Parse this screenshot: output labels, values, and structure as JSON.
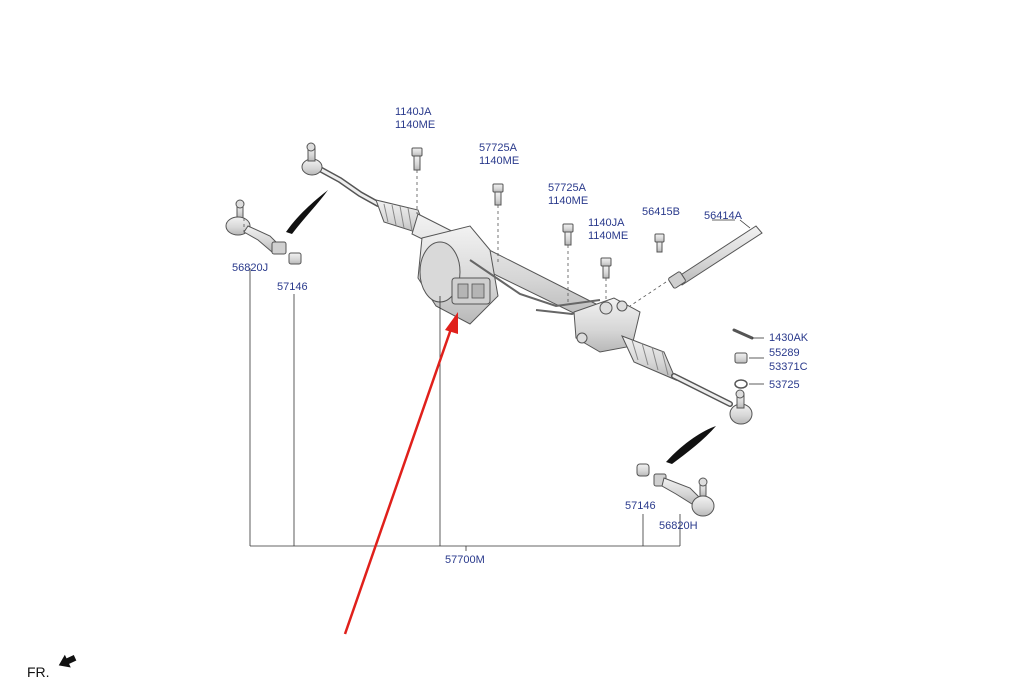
{
  "labels": {
    "p1140JA_a": "1140JA",
    "p1140ME_a": "1140ME",
    "p57725A_a": "57725A",
    "p1140ME_b": "1140ME",
    "p57725A_b": "57725A",
    "p1140ME_c": "1140ME",
    "p1140JA_d": "1140JA",
    "p1140ME_d": "1140ME",
    "p56415B": "56415B",
    "p56414A": "56414A",
    "p56820J": "56820J",
    "p57146_left": "57146",
    "p1430AK": "1430AK",
    "p55289": "55289",
    "p53371C": "53371C",
    "p53725": "53725",
    "p57146_right": "57146",
    "p56820H": "56820H",
    "p57700M": "57700M"
  },
  "front_indicator": "FR.",
  "colors": {
    "label_text": "#2a3a8c",
    "leader_line": "#333333",
    "dashed_leader": "#555555",
    "part_outline": "#555555",
    "part_fill": "#e4e4e4",
    "highlight_arrow": "#e0201b"
  }
}
